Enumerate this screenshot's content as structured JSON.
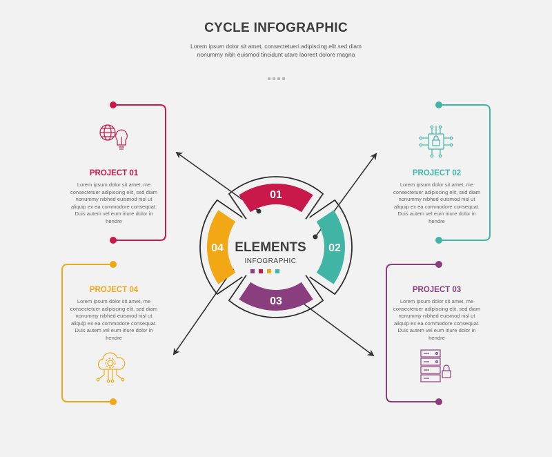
{
  "header": {
    "title": "CYCLE INFOGRAPHIC",
    "subtitle": "Lorem ipsum dolor sit amet, consectetueri adipiscing elit sed diam nonummy nibh euismod tincidunt utare laoreet dolore magna"
  },
  "center": {
    "title": "ELEMENTS",
    "subtitle": "INFOGRAPHIC"
  },
  "segments": [
    {
      "number": "01",
      "color": "#c8194a"
    },
    {
      "number": "02",
      "color": "#40b5a6"
    },
    {
      "number": "03",
      "color": "#8a3e7e"
    },
    {
      "number": "04",
      "color": "#f2a814"
    }
  ],
  "projects": [
    {
      "title": "PROJECT 01",
      "color": "#c8194a",
      "icon": "globe-lightbulb-icon",
      "description": "Lorem ipsum dolor sit amet, me consectetuer adipiscing elit, sed diam nonummy nibhed euismod nisl ut aliquip ex ea commodore consequat. Duis autem vel eum iriure dolor in hendre"
    },
    {
      "title": "PROJECT 02",
      "color": "#40b5a6",
      "icon": "circuit-lock-icon",
      "description": "Lorem ipsum dolor sit amet, me consectetuer adipiscing elit, sed diam nonummy nibhed euismod nisl ut aliquip ex ea commodore consequat. Duis autem vel eum iriure dolor in hendre"
    },
    {
      "title": "PROJECT 03",
      "color": "#8a3e7e",
      "icon": "server-lock-icon",
      "description": "Lorem ipsum dolor sit amet, me consectetuer adipiscing elit, sed diam nonummy nibhed euismod nisl ut aliquip ex ea commodore consequat. Duis autem vel eum iriure dolor in hendre"
    },
    {
      "title": "PROJECT 04",
      "color": "#f2a814",
      "icon": "cloud-gear-icon",
      "description": "Lorem ipsum dolor sit amet, me consectetuer adipiscing elit, sed diam nonummy nibhed euismod nisl ut aliquip ex ea commodore consequat. Duis autem vel eum iriure dolor in hendre"
    }
  ]
}
